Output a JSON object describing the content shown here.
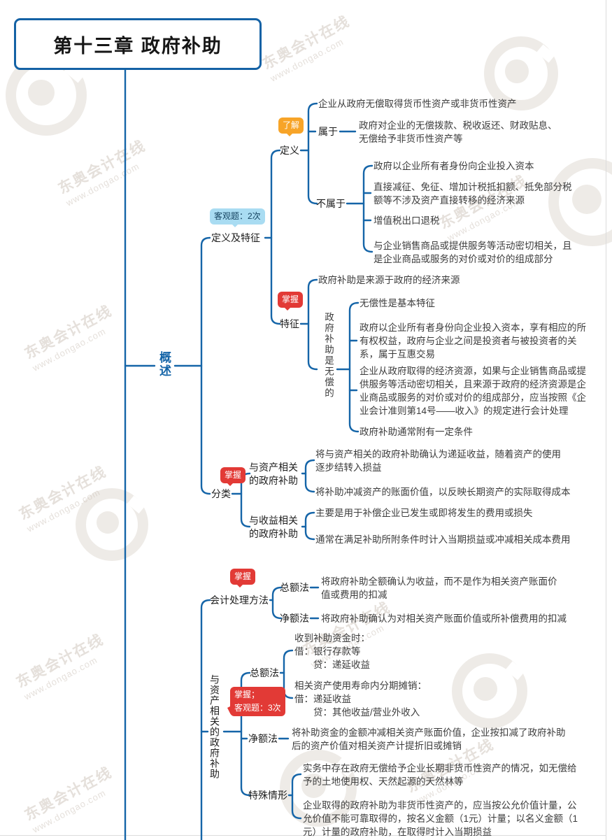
{
  "title": "第十三章 政府补助",
  "watermark": {
    "brand": "东奥会计在线",
    "url": "www.dongao.com"
  },
  "badges": {
    "understand": "了解",
    "master": "掌握",
    "objective2": "客观题：2次",
    "master_objective3": "掌握；\n客观题：3次"
  },
  "overview": {
    "label": "概述",
    "def_feat": {
      "label": "定义及特征",
      "definition": {
        "label": "定义",
        "desc": "企业从政府无偿取得货币性资产或非货币性资产",
        "belong_label": "属于",
        "belong_desc": "政府对企业的无偿拨款、税收返还、财政贴息、无偿给予非货币性资产等",
        "notbelong_label": "不属于",
        "notbelong_items": [
          "政府以企业所有者身份向企业投入资本",
          "直接减征、免征、增加计税抵扣额、抵免部分税额等不涉及资产直接转移的经济来源",
          "增值税出口退税",
          "与企业销售商品或提供服务等活动密切相关，且是企业商品或服务的对价或对价的组成部分"
        ]
      },
      "feature": {
        "label": "特征",
        "source_desc": "政府补助是来源于政府的经济来源",
        "free_label": "政府补助是无偿的",
        "free_items": [
          "无偿性是基本特征",
          "政府以企业所有者身份向企业投入资本，享有相应的所有权权益，政府与企业之间是投资者与被投资者的关系，属于互惠交易",
          "企业从政府取得的经济资源，如果与企业销售商品或提供服务等活动密切相关，且来源于政府的经济资源是企业商品或服务的对价或对价的组成部分，应当按照《企业会计准则第14号——收入》的规定进行会计处理",
          "政府补助通常附有一定条件"
        ]
      }
    },
    "classify": {
      "label": "分类",
      "asset_label": "与资产相关\n的政府补助",
      "asset_items": [
        "将与资产相关的政府补助确认为递延收益，随着资产的使用逐步结转入损益",
        "将补助冲减资产的账面价值，以反映长期资产的实际取得成本"
      ],
      "income_label": "与收益相关\n的政府补助",
      "income_items": [
        "主要是用于补偿企业已发生或即将发生的费用或损失",
        "通常在满足补助所附条件时计入当期损益或冲减相关成本费用"
      ]
    }
  },
  "accounting": {
    "method": {
      "label": "会计处理方法",
      "gross_label": "总额法",
      "gross_desc": "将政府补助全额确认为收益，而不是作为相关资产账面价值或费用的扣减",
      "net_label": "净额法",
      "net_desc": "将政府补助确认为对相关资产账面价值或所补偿费用的扣减"
    },
    "asset_related": {
      "label": "与资产相关的政府补助",
      "gross_label": "总额法",
      "gross_items": [
        "收到补助资金时：\n借：银行存款等\n　　贷：递延收益",
        "相关资产使用寿命内分期摊销：\n借：递延收益\n　　贷：其他收益/营业外收入"
      ],
      "net_label": "净额法",
      "net_desc": "将补助资金的金额冲减相关资产账面价值，企业按扣减了政府补助后的资产价值对相关资产计提折旧或摊销",
      "special_label": "特殊情形",
      "special_items": [
        "实务中存在政府无偿给予企业长期非货币性资产的情况，如无偿给予的土地使用权、天然起源的天然林等",
        "企业取得的政府补助为非货币性资产的，应当按公允价值计量，公允价值不能可靠取得的，按名义金额（1元）计量；以名义金额（1元）计量的政府补助，在取得时计入当期损益"
      ]
    }
  }
}
